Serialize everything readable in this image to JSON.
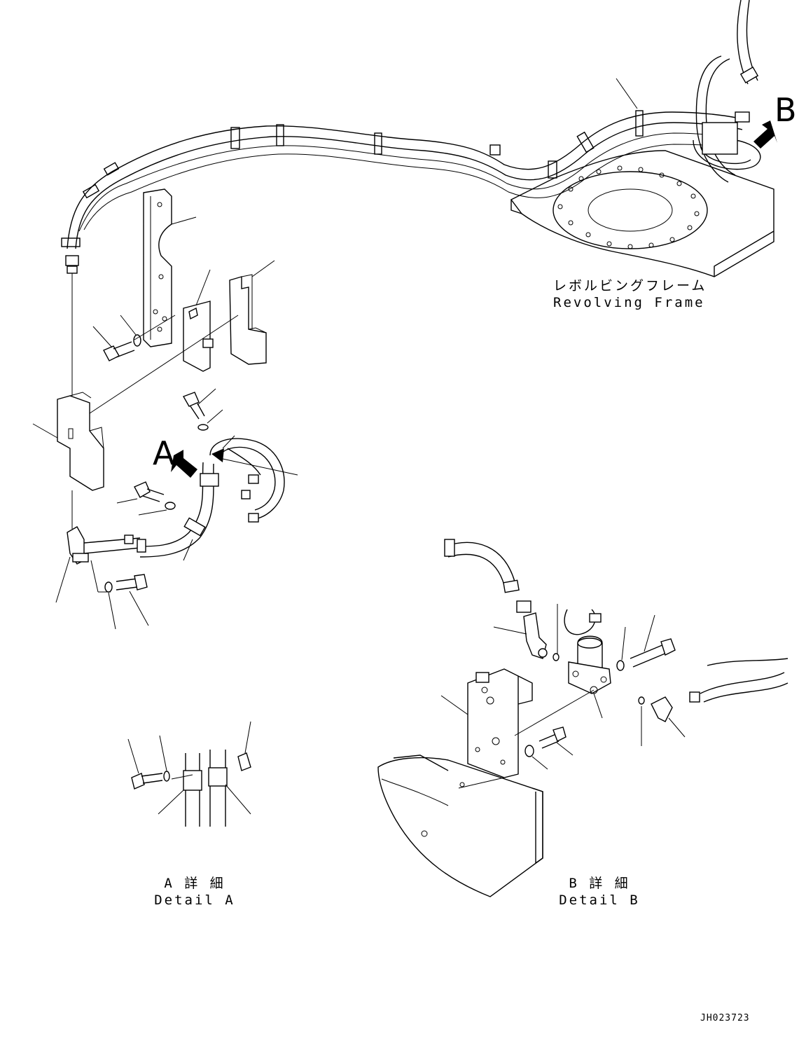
{
  "labels": {
    "callout_a": "A",
    "callout_b": "B",
    "revolving_frame_jp": "レボルビングフレーム",
    "revolving_frame_en": "Revolving Frame",
    "detail_a_jp": "A 詳 細",
    "detail_a_en": "Detail A",
    "detail_b_jp": "B 詳 細",
    "detail_b_en": "Detail B",
    "drawing_number": "JH023723"
  },
  "icons": {
    "arrow_a": "view-direction-arrow-icon",
    "arrow_b": "view-direction-arrow-icon"
  }
}
